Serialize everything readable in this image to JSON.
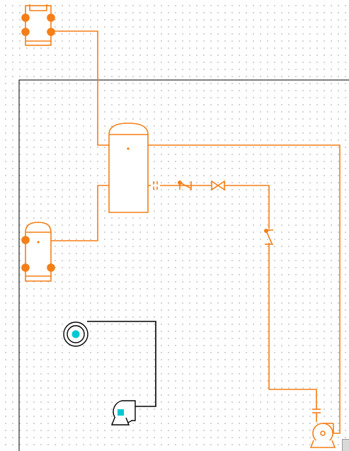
{
  "colors": {
    "process_line": "#f57f17",
    "instrument_line": "#000000",
    "page_border": "#000000",
    "accent_fill": "#00c8d2",
    "symbol_fill": "#ffffff"
  },
  "symbols": [
    {
      "id": "vessel-top-left",
      "type": "heat-exchanger-icon"
    },
    {
      "id": "separator-vessel",
      "type": "vertical-vessel-icon"
    },
    {
      "id": "vessel-bottom-left",
      "type": "tank-icon"
    },
    {
      "id": "coupling",
      "type": "flange-coupling-icon"
    },
    {
      "id": "check-valve-1",
      "type": "check-valve-icon"
    },
    {
      "id": "gate-valve",
      "type": "gate-valve-icon"
    },
    {
      "id": "check-valve-2",
      "type": "check-valve-icon"
    },
    {
      "id": "centrifugal-pump",
      "type": "centrifugal-pump-icon"
    },
    {
      "id": "flow-meter",
      "type": "meter-icon"
    },
    {
      "id": "blower",
      "type": "blower-icon"
    }
  ]
}
